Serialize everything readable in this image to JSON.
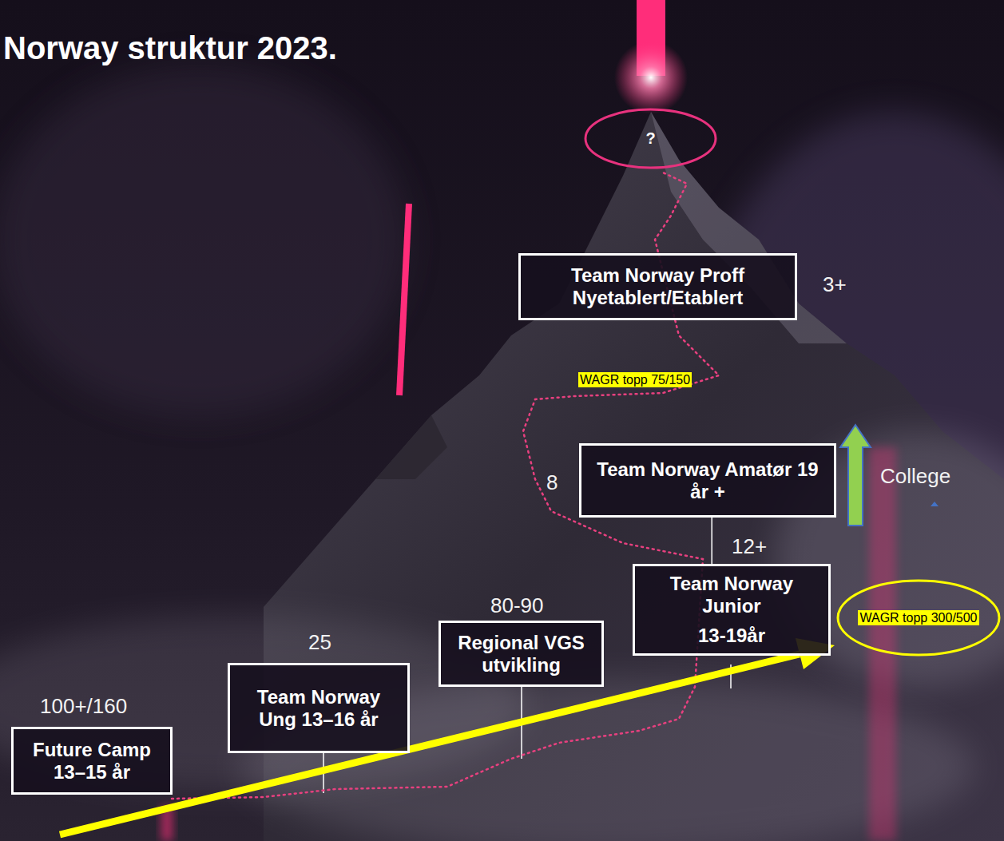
{
  "diagram": {
    "title": "Norway struktur 2023.",
    "nodes": [
      {
        "text": [
          "?"
        ]
      },
      {
        "text": [
          "Team Norway Proff Nyetablert/Etablert"
        ]
      },
      {
        "text": [
          "Team Norway Amatør 19 år +"
        ]
      },
      {
        "text": [
          "Team Norway Junior",
          "13-19år"
        ]
      },
      {
        "text": [
          "WAGR topp 300/500"
        ]
      },
      {
        "text": [
          "Regional VGS utvikling"
        ]
      },
      {
        "text": [
          "Team Norway Ung 13–16 år"
        ]
      },
      {
        "text": [
          "Future Camp 13–15 år"
        ]
      }
    ],
    "edges": [
      {
        "from": 2,
        "to": 3,
        "arrow": "none"
      }
    ],
    "labels": [
      "3+",
      "WAGR topp 75/150",
      "8",
      "College",
      "12+",
      "80-90",
      "25",
      "100+/160"
    ]
  }
}
